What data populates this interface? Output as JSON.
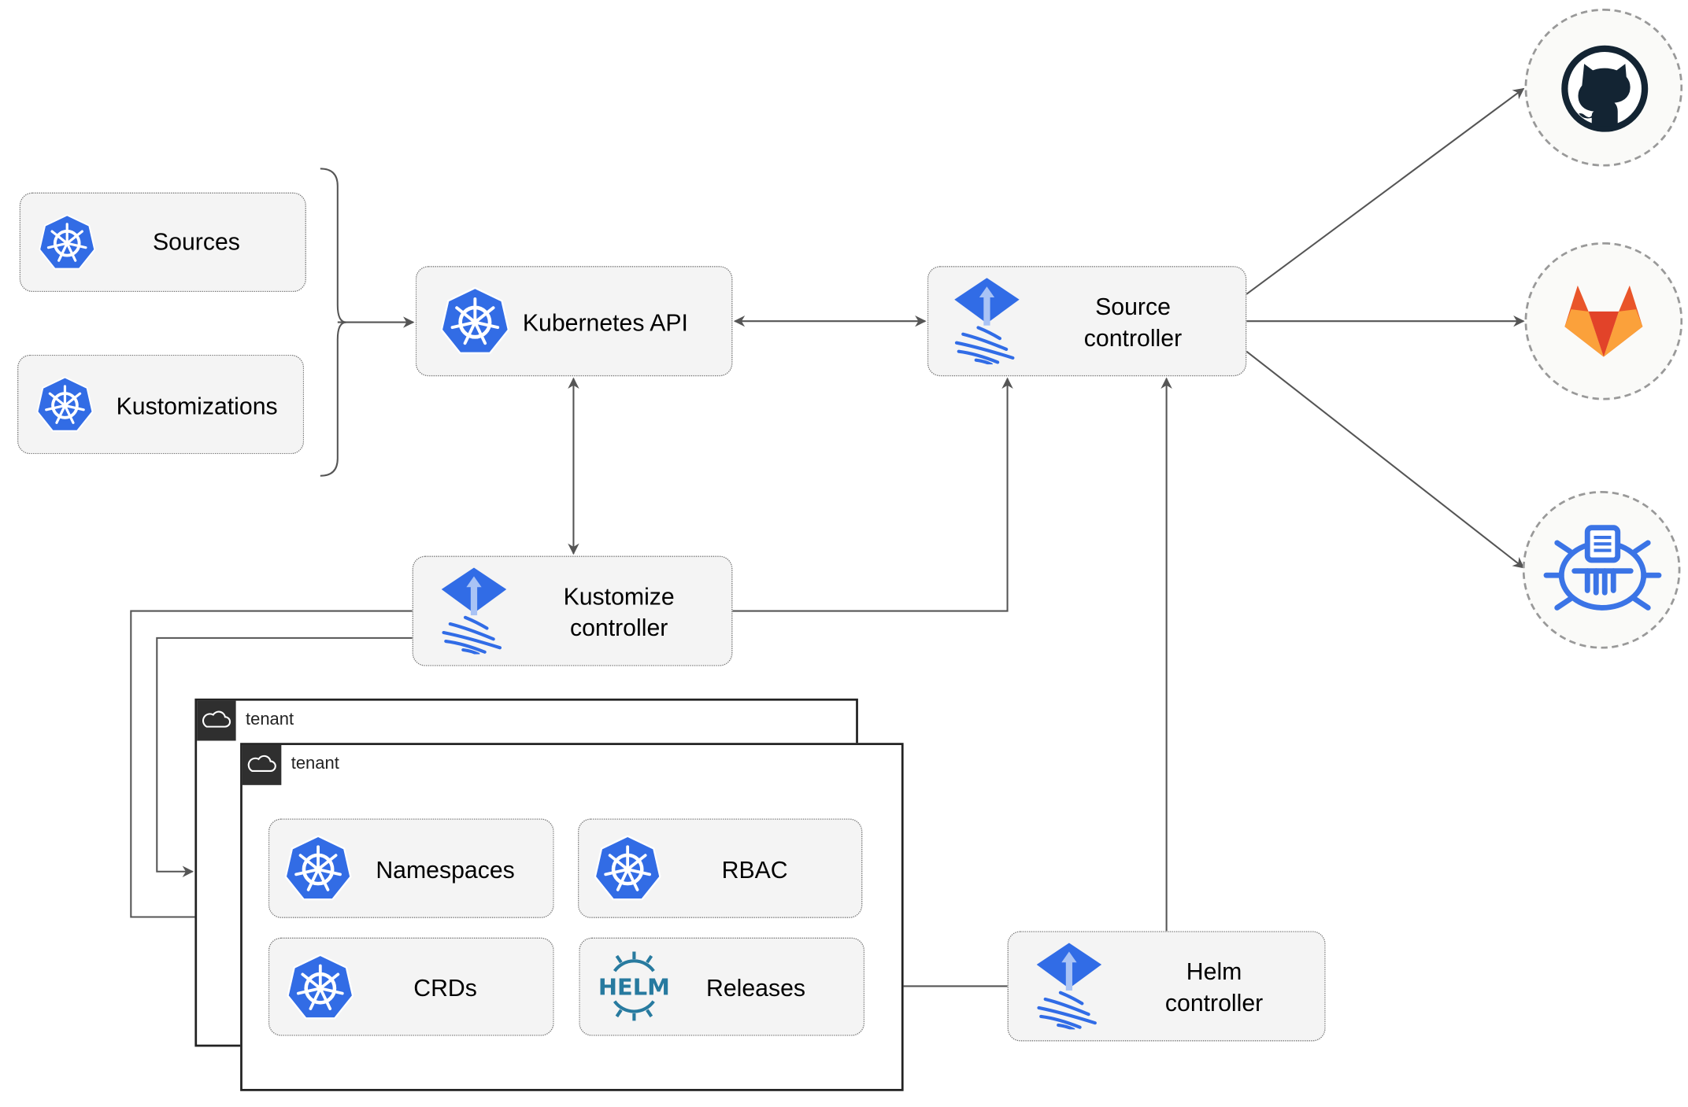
{
  "nodes": {
    "sources": "Sources",
    "kustomizations": "Kustomizations",
    "kubernetes_api": "Kubernetes API",
    "source_controller": [
      "Source",
      "controller"
    ],
    "kustomize_controller": [
      "Kustomize",
      "controller"
    ],
    "helm_controller": [
      "Helm",
      "controller"
    ],
    "namespaces": "Namespaces",
    "rbac": "RBAC",
    "crds": "CRDs",
    "releases": "Releases",
    "helm_logo_text": "HELM"
  },
  "tenants": [
    "tenant",
    "tenant"
  ],
  "external_sources": [
    "github-icon",
    "gitlab-icon",
    "bucket-icon"
  ],
  "colors": {
    "k8s_blue": "#326ce5",
    "flux_blue": "#316ce6",
    "github": "#132433",
    "gitlab_red": "#e9552a",
    "gitlab_orange": "#fba13b",
    "helm": "#277a9f"
  }
}
